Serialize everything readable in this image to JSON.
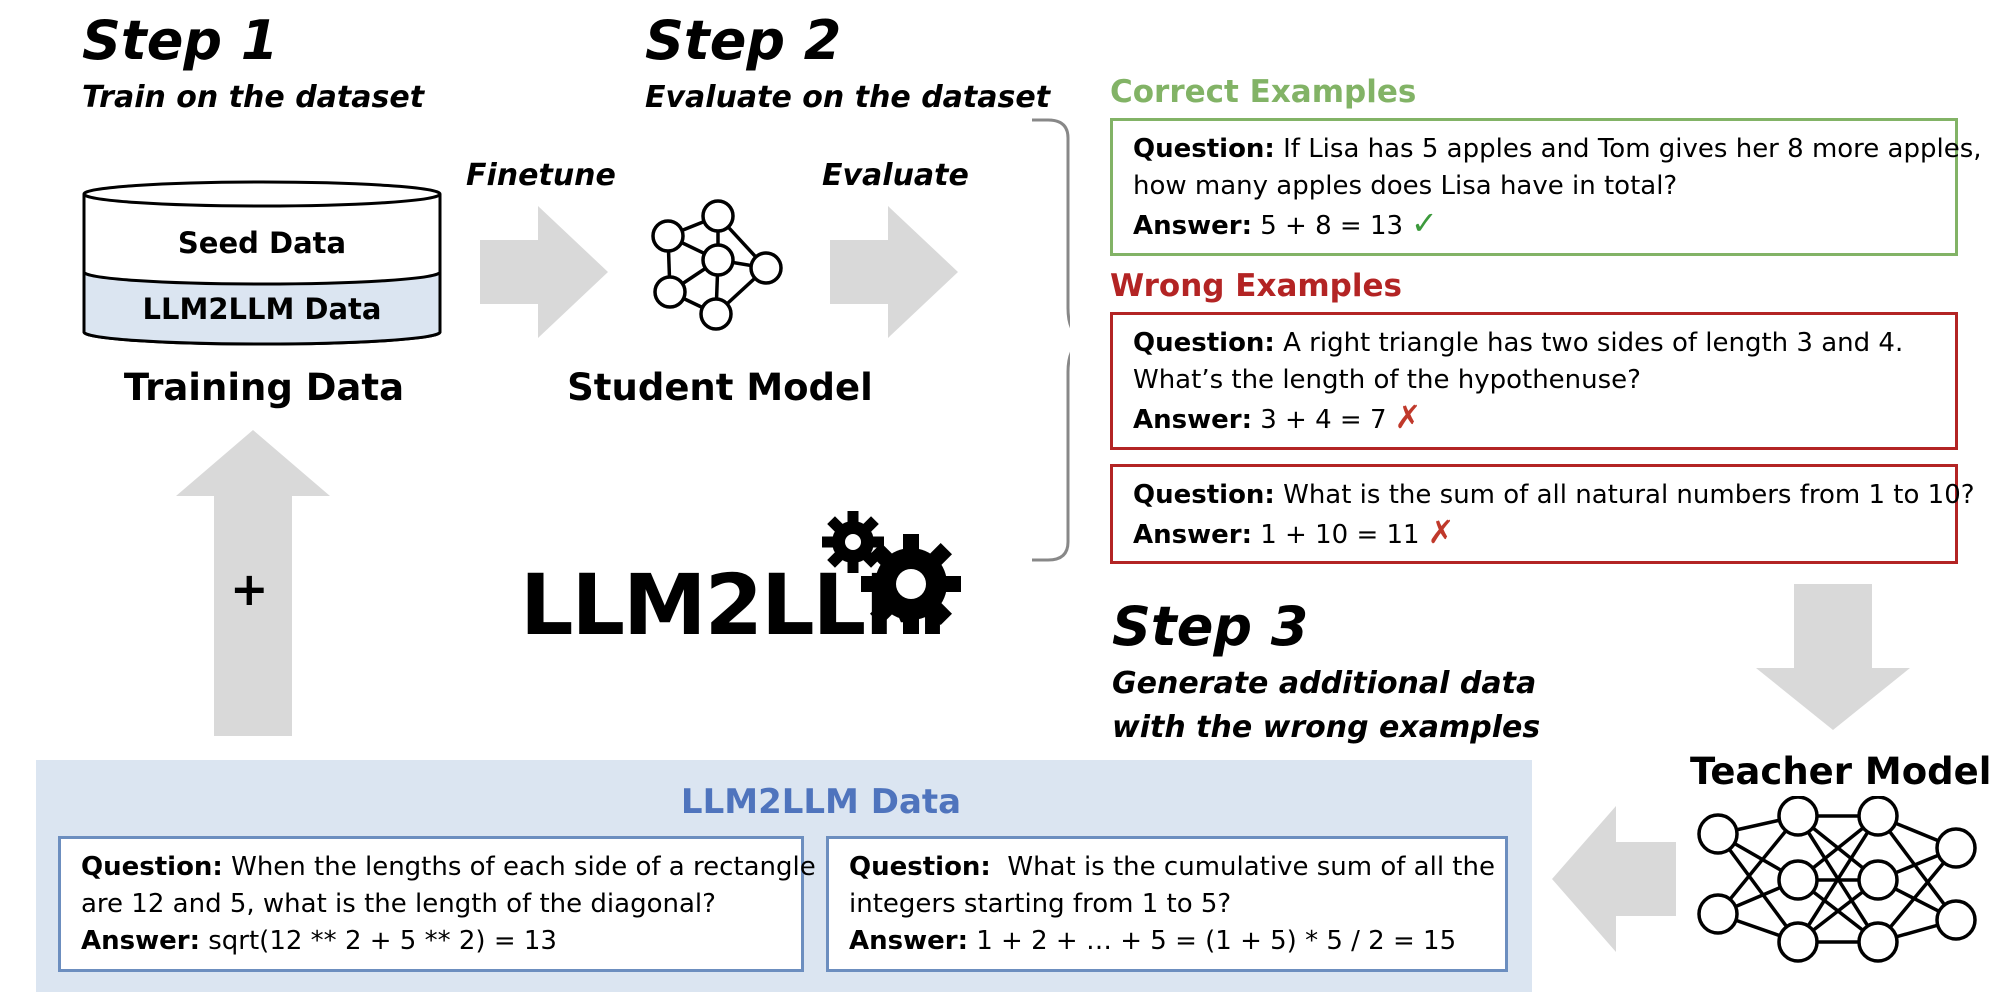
{
  "step1": {
    "title": "Step 1",
    "subtitle": "Train on the dataset"
  },
  "step2": {
    "title": "Step 2",
    "subtitle": "Evaluate on the dataset"
  },
  "step3": {
    "title": "Step 3",
    "subtitle_line1": "Generate additional data",
    "subtitle_line2": "with the wrong examples"
  },
  "arrows": {
    "finetune": "Finetune",
    "evaluate": "Evaluate",
    "plus": "+"
  },
  "training_data": {
    "seed_label": "Seed Data",
    "llm2llm_label": "LLM2LLM Data",
    "caption": "Training Data"
  },
  "student_model": {
    "caption": "Student Model"
  },
  "teacher_model": {
    "caption": "Teacher Model"
  },
  "logo": {
    "text": "LLM2LLM"
  },
  "correct": {
    "header": "Correct Examples",
    "examples": [
      {
        "q_label": "Question:",
        "q_line1": " If Lisa has 5 apples and Tom gives her 8 more apples,",
        "q_line2": "how many apples does Lisa have in total?",
        "a_label": "Answer:",
        "a_text": " 5 + 8 = 13",
        "mark": "✓"
      }
    ]
  },
  "wrong": {
    "header": "Wrong Examples",
    "examples": [
      {
        "q_label": "Question:",
        "q_line1": " A right triangle has two sides of length 3 and 4.",
        "q_line2": "What’s the length of the hypothenuse?",
        "a_label": "Answer:",
        "a_text": " 3 + 4 = 7",
        "mark": "✗"
      },
      {
        "q_label": "Question:",
        "q_line1": " What is the sum of all natural numbers from 1 to 10?",
        "a_label": "Answer:",
        "a_text": " 1 + 10 = 11",
        "mark": "✗"
      }
    ]
  },
  "generated": {
    "header": "LLM2LLM Data",
    "examples": [
      {
        "q_label": "Question:",
        "q_line1": " When the lengths of each side of a rectangle",
        "q_line2": "are 12 and 5, what is the length of the diagonal?",
        "a_label": "Answer:",
        "a_text": " sqrt(12 ** 2 + 5 ** 2) = 13"
      },
      {
        "q_label": "Question:",
        "q_line1": "  What is the cumulative sum of all the",
        "q_line2": "integers starting from 1 to 5?",
        "a_label": "Answer:",
        "a_text": " 1 + 2 + … + 5 = (1 + 5) * 5 / 2 = 15"
      }
    ]
  },
  "colors": {
    "correct": "#82b366",
    "wrong": "#b32424",
    "generated": "#4f74bd",
    "arrow": "#d9d9d9",
    "band": "#dbe5f1"
  }
}
